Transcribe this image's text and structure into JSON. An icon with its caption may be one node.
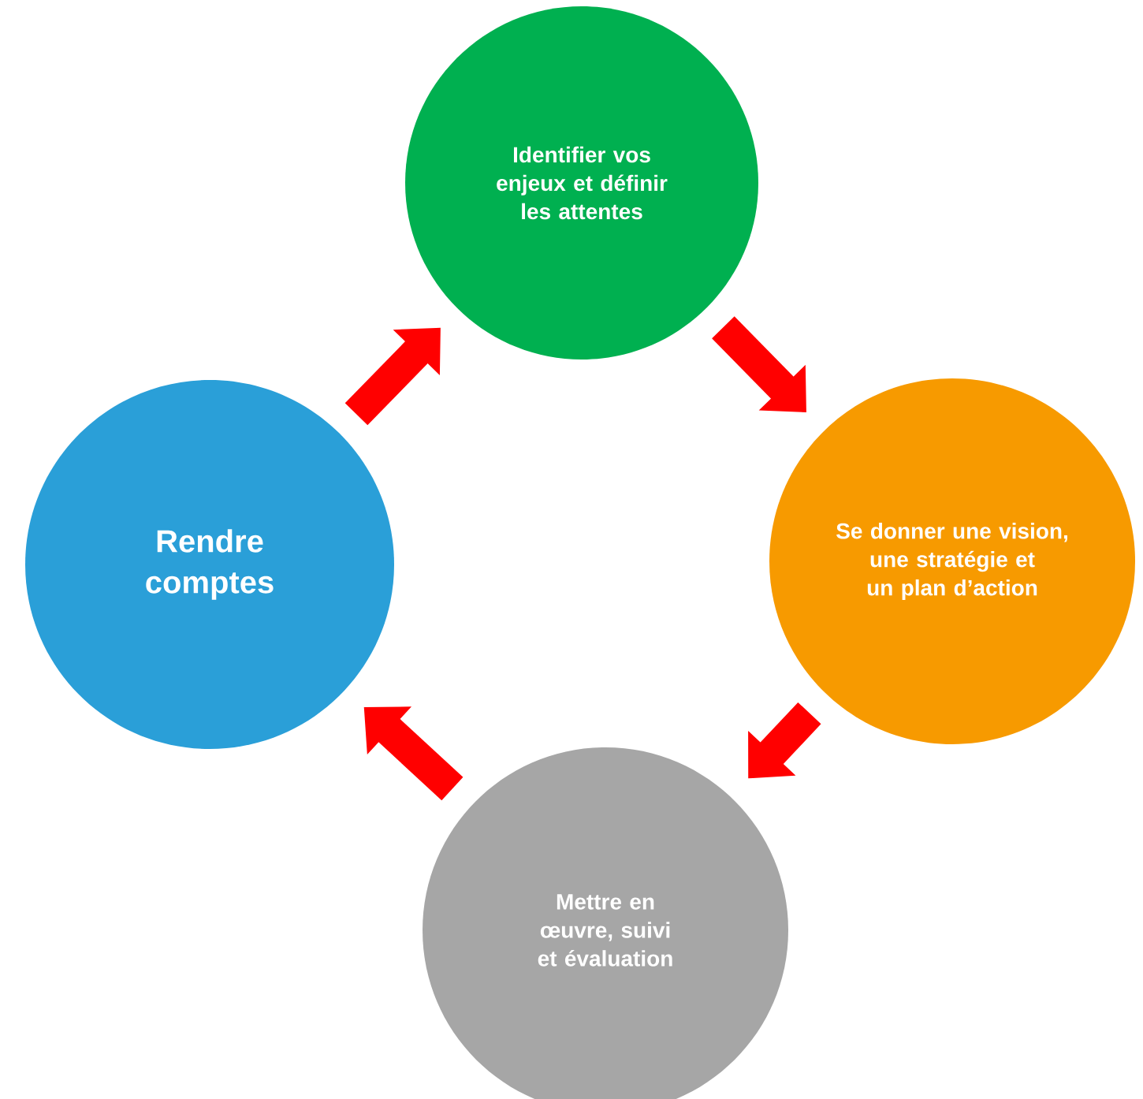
{
  "diagram": {
    "nodes": [
      {
        "text": [
          "Identifier vos enjeux et définir les attentes"
        ]
      },
      {
        "text": [
          "Se donner une vision, une stratégie et un plan d’action"
        ]
      },
      {
        "text": [
          "Mettre en œuvre, suivi et évaluation"
        ]
      },
      {
        "text": [
          "Rendre comptes"
        ]
      }
    ],
    "edges": [
      {
        "from": 0,
        "to": 1,
        "arrow": "to"
      },
      {
        "from": 1,
        "to": 2,
        "arrow": "to"
      },
      {
        "from": 2,
        "to": 3,
        "arrow": "to"
      },
      {
        "from": 3,
        "to": 0,
        "arrow": "to"
      }
    ]
  }
}
